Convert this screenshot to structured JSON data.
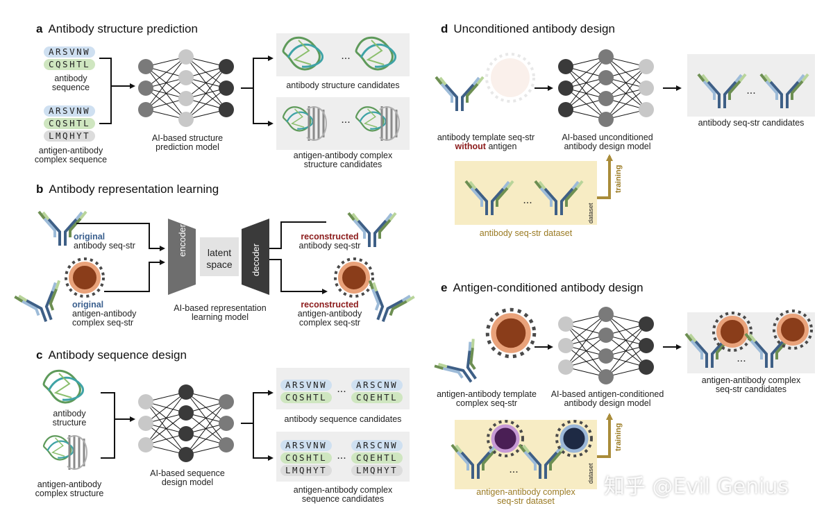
{
  "panel_a": {
    "letter": "a",
    "title": "Antibody structure prediction",
    "seq1": [
      "ARSVNW",
      "CQSHTL"
    ],
    "antibody_sequence_label": [
      "antibody",
      "sequence"
    ],
    "seq2": [
      "ARSVNW",
      "CQSHTL",
      "LMQHYT"
    ],
    "complex_sequence_label": [
      "antigen-antibody",
      "complex sequence"
    ],
    "model_label": [
      "AI-based structure",
      "prediction model"
    ],
    "ellipsis": "...",
    "out1_label": "antibody structure candidates",
    "out2_label": [
      "antigen-antibody complex",
      "structure candidates"
    ]
  },
  "panel_b": {
    "letter": "b",
    "title": "Antibody representation learning",
    "original": "original",
    "in1_label": "antibody seq-str",
    "in2_label": [
      "antigen-antibody",
      "complex seq-str"
    ],
    "encoder": "encoder",
    "decoder": "decoder",
    "latent": [
      "latent",
      "space"
    ],
    "model_label": [
      "AI-based representation",
      "learning model"
    ],
    "reconstructed": "reconstructed",
    "out1_label": "antibody seq-str",
    "out2_label": [
      "antigen-antibody",
      "complex seq-str"
    ]
  },
  "panel_c": {
    "letter": "c",
    "title": "Antibody sequence design",
    "in1_label": [
      "antibody",
      "structure"
    ],
    "in2_label": [
      "antigen-antibody",
      "complex structure"
    ],
    "model_label": [
      "AI-based sequence",
      "design model"
    ],
    "seq_left": [
      "ARSVNW",
      "CQSHTL",
      "LMQHYT"
    ],
    "seq_right": [
      "ARSCNW",
      "CQEHTL",
      "LMQHYT"
    ],
    "ellipsis": "...",
    "out1_label": "antibody sequence candidates",
    "out2_label": [
      "antigen-antibody complex",
      "sequence candidates"
    ]
  },
  "panel_d": {
    "letter": "d",
    "title": "Unconditioned antibody design",
    "template_label": "antibody template seq-str",
    "without": "without",
    "antigen_word": "antigen",
    "model_label": [
      "AI-based unconditioned",
      "antibody design model"
    ],
    "out_label": "antibody seq-str candidates",
    "ellipsis": "...",
    "dataset_tag": "dataset",
    "training": "training",
    "dataset_label": "antibody seq-str dataset"
  },
  "panel_e": {
    "letter": "e",
    "title": "Antigen-conditioned antibody design",
    "template_label": [
      "antigen-antibody template",
      "complex seq-str"
    ],
    "model_label": [
      "AI-based antigen-conditioned",
      "antibody design model"
    ],
    "out_label": [
      "antigen-antibody complex",
      "seq-str candidates"
    ],
    "ellipsis": "...",
    "dataset_tag": "dataset",
    "training": "training",
    "dataset_label": [
      "antigen-antibody complex",
      "seq-str dataset"
    ]
  },
  "watermark": "知乎 @Evil Genius",
  "colors": {
    "antibody_blue": "#3e5f86",
    "antibody_light_blue": "#9dbbd8",
    "antibody_green": "#6d8f52",
    "antibody_light_green": "#b8d49a",
    "antigen_brown": "#8a3d1a",
    "antigen_orange": "#e9a27a",
    "antigen_gray": "#4a4a4a",
    "dataset_bg": "#f7ecc4",
    "training_arrow": "#a98c3a",
    "reconstructed_red": "#8b1a1a"
  }
}
